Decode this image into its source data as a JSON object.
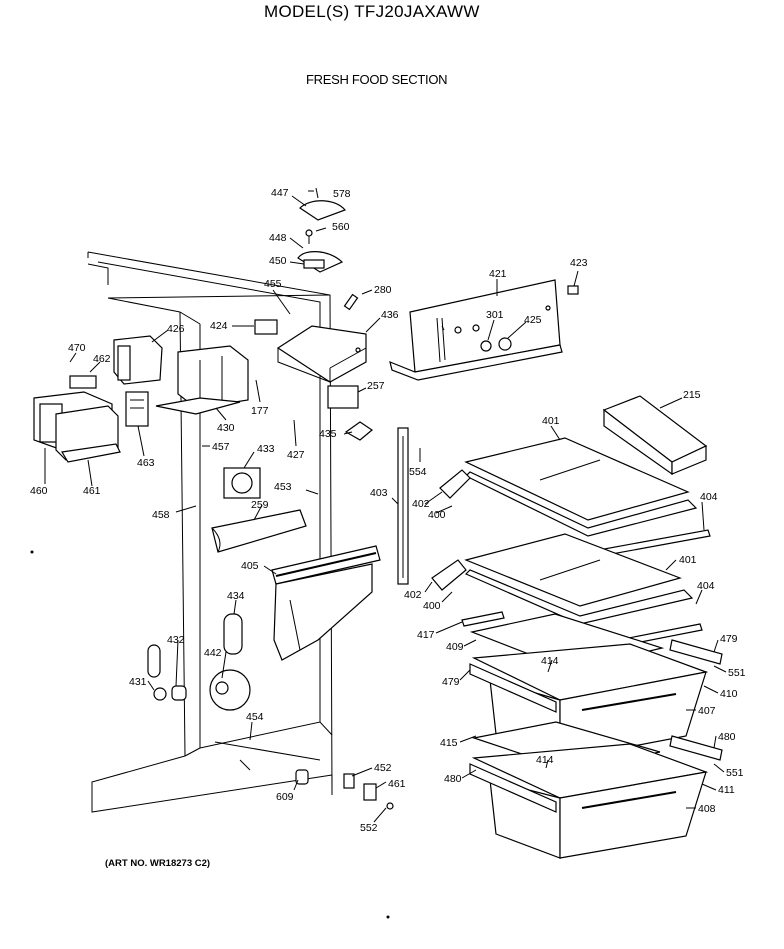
{
  "header": {
    "model_title": "MODEL(S) TFJ20JAXAWW",
    "section_title": "FRESH FOOD SECTION"
  },
  "footer": {
    "art_no": "(ART NO. WR18273 C2)"
  },
  "part_labels": [
    {
      "id": "447",
      "text": "447"
    },
    {
      "id": "578",
      "text": "578"
    },
    {
      "id": "448",
      "text": "448"
    },
    {
      "id": "560",
      "text": "560"
    },
    {
      "id": "450",
      "text": "450"
    },
    {
      "id": "421",
      "text": "421"
    },
    {
      "id": "423",
      "text": "423"
    },
    {
      "id": "455",
      "text": "455"
    },
    {
      "id": "280",
      "text": "280"
    },
    {
      "id": "426",
      "text": "426"
    },
    {
      "id": "424",
      "text": "424"
    },
    {
      "id": "436",
      "text": "436"
    },
    {
      "id": "301",
      "text": "301"
    },
    {
      "id": "425",
      "text": "425"
    },
    {
      "id": "470",
      "text": "470"
    },
    {
      "id": "462",
      "text": "462"
    },
    {
      "id": "257",
      "text": "257"
    },
    {
      "id": "215",
      "text": "215"
    },
    {
      "id": "177",
      "text": "177"
    },
    {
      "id": "401a",
      "text": "401"
    },
    {
      "id": "430",
      "text": "430"
    },
    {
      "id": "435",
      "text": "435"
    },
    {
      "id": "463",
      "text": "463"
    },
    {
      "id": "457",
      "text": "457"
    },
    {
      "id": "433",
      "text": "433"
    },
    {
      "id": "427",
      "text": "427"
    },
    {
      "id": "554",
      "text": "554"
    },
    {
      "id": "460",
      "text": "460"
    },
    {
      "id": "461",
      "text": "461"
    },
    {
      "id": "453",
      "text": "453"
    },
    {
      "id": "403",
      "text": "403"
    },
    {
      "id": "402a",
      "text": "402"
    },
    {
      "id": "404a",
      "text": "404"
    },
    {
      "id": "259",
      "text": "259"
    },
    {
      "id": "400a",
      "text": "400"
    },
    {
      "id": "458",
      "text": "458"
    },
    {
      "id": "401b",
      "text": "401"
    },
    {
      "id": "405",
      "text": "405"
    },
    {
      "id": "402b",
      "text": "402"
    },
    {
      "id": "404b",
      "text": "404"
    },
    {
      "id": "434",
      "text": "434"
    },
    {
      "id": "400b",
      "text": "400"
    },
    {
      "id": "417",
      "text": "417"
    },
    {
      "id": "479a",
      "text": "479"
    },
    {
      "id": "432",
      "text": "432"
    },
    {
      "id": "409",
      "text": "409"
    },
    {
      "id": "442",
      "text": "442"
    },
    {
      "id": "414a",
      "text": "414"
    },
    {
      "id": "551a",
      "text": "551"
    },
    {
      "id": "431",
      "text": "431"
    },
    {
      "id": "479b",
      "text": "479"
    },
    {
      "id": "410",
      "text": "410"
    },
    {
      "id": "407",
      "text": "407"
    },
    {
      "id": "454",
      "text": "454"
    },
    {
      "id": "415",
      "text": "415"
    },
    {
      "id": "480a",
      "text": "480"
    },
    {
      "id": "414b",
      "text": "414"
    },
    {
      "id": "551b",
      "text": "551"
    },
    {
      "id": "452",
      "text": "452"
    },
    {
      "id": "461b",
      "text": "461"
    },
    {
      "id": "480b",
      "text": "480"
    },
    {
      "id": "411",
      "text": "411"
    },
    {
      "id": "609",
      "text": "609"
    },
    {
      "id": "408",
      "text": "408"
    },
    {
      "id": "552",
      "text": "552"
    }
  ]
}
